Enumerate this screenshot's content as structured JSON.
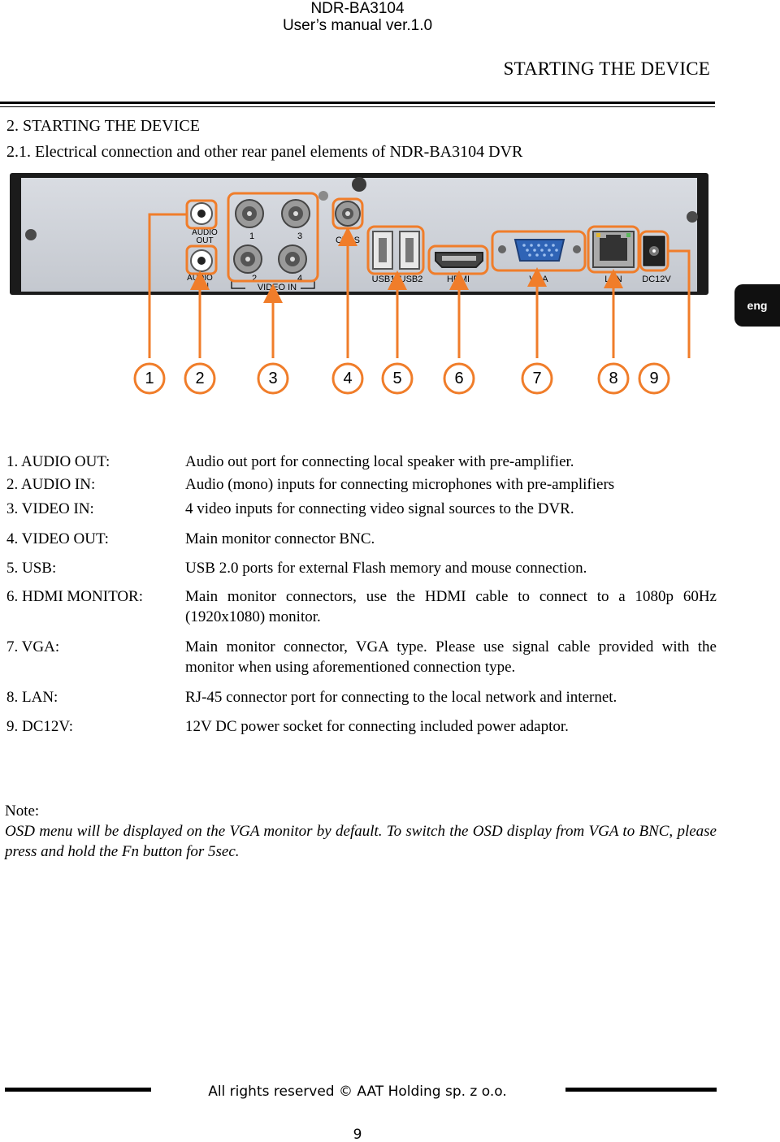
{
  "header": {
    "model": "NDR-BA3104",
    "manual": "User’s manual ver.1.0",
    "section": "STARTING THE DEVICE"
  },
  "side_tab": "eng",
  "headings": {
    "chapter": "2. STARTING THE DEVICE",
    "subchapter": "2.1. Electrical connection and other rear panel elements of NDR-BA3104 DVR"
  },
  "panel": {
    "labels": {
      "audio_out": [
        "AUDIO",
        "OUT"
      ],
      "audio_in": [
        "AUDIO",
        "IN"
      ],
      "video_in": "VIDEO IN",
      "bnc_1": "1",
      "bnc_2": "2",
      "bnc_3": "3",
      "bnc_4": "4",
      "cvbs": "CVBS",
      "usb1": "USB1",
      "usb2": "USB2",
      "hdmi": "HDMI",
      "vga": "VGA",
      "lan": "LAN",
      "dc12v": "DC12V"
    },
    "callouts": [
      "1",
      "2",
      "3",
      "4",
      "5",
      "6",
      "7",
      "8",
      "9"
    ],
    "highlight_color": "#f07d2a"
  },
  "descriptions": [
    {
      "label": "1. AUDIO OUT:",
      "text": "Audio out port for connecting local speaker with pre-amplifier."
    },
    {
      "label": "2. AUDIO IN:",
      "text": "Audio (mono) inputs for connecting microphones with pre-amplifiers"
    },
    {
      "label": "3. VIDEO IN:",
      "text": "4 video inputs for connecting video signal sources to the DVR."
    },
    {
      "label": "4. VIDEO OUT:",
      "text": "Main monitor connector BNC."
    },
    {
      "label": "5. USB:",
      "text": "USB 2.0 ports for external Flash memory and mouse connection."
    },
    {
      "label": "6. HDMI MONITOR:",
      "text": "Main monitor connectors, use the HDMI cable to connect to a 1080p 60Hz (1920x1080) monitor."
    },
    {
      "label": "7. VGA:",
      "text": "Main monitor connector, VGA type. Please use signal cable provided with the monitor when using aforementioned connection type."
    },
    {
      "label": "8. LAN:",
      "text": "RJ-45 connector port for connecting to the local network and internet."
    },
    {
      "label": "9. DC12V:",
      "text": "12V DC power socket for connecting included power adaptor."
    }
  ],
  "note": {
    "label": "Note:",
    "text": "OSD menu will be displayed on the VGA monitor by default. To switch the OSD display from VGA to BNC, please press and hold the Fn button for 5sec."
  },
  "footer": {
    "copyright": "All rights reserved © AAT Holding sp. z o.o.",
    "page_number": "9"
  }
}
